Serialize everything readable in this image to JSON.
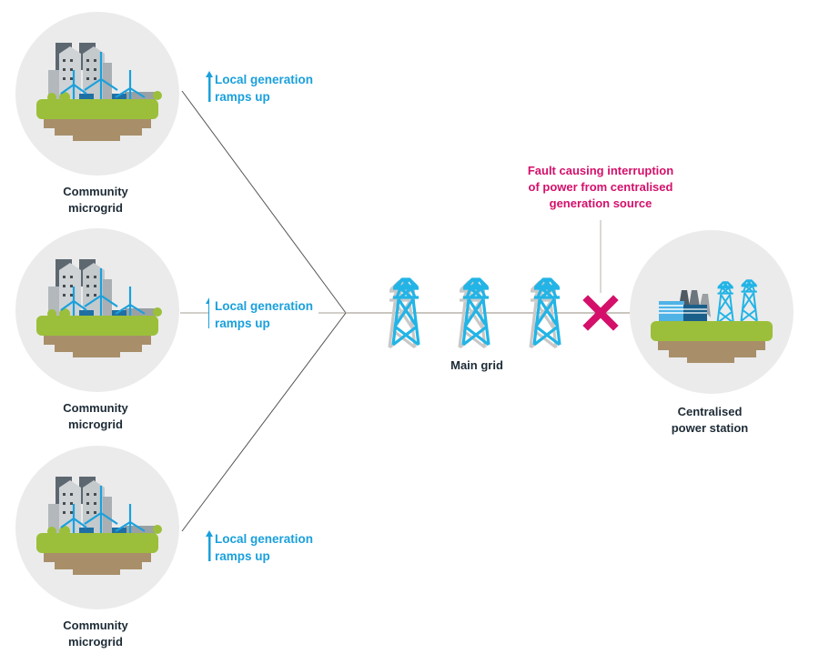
{
  "colors": {
    "accent_blue": "#1aa0dc",
    "fault_magenta": "#d4106b",
    "label_dark": "#1d2b36",
    "circle_bg": "#ebebeb",
    "grass": "#9bbf3a",
    "soil": "#a88f6a",
    "line": "#b8b2aa"
  },
  "microgrids": [
    {
      "label_line1": "Community",
      "label_line2": "microgrid",
      "ramp_line1": "Local generation",
      "ramp_line2": "ramps up"
    },
    {
      "label_line1": "Community",
      "label_line2": "microgrid",
      "ramp_line1": "Local generation",
      "ramp_line2": "ramps up"
    },
    {
      "label_line1": "Community",
      "label_line2": "microgrid",
      "ramp_line1": "Local generation",
      "ramp_line2": "ramps up"
    }
  ],
  "main_grid": {
    "label": "Main grid",
    "tower_count": 3
  },
  "fault": {
    "line1": "Fault causing interruption",
    "line2": "of power from centralised",
    "line3": "generation source",
    "icon": "cross-icon"
  },
  "power_station": {
    "label_line1": "Centralised",
    "label_line2": "power station"
  }
}
